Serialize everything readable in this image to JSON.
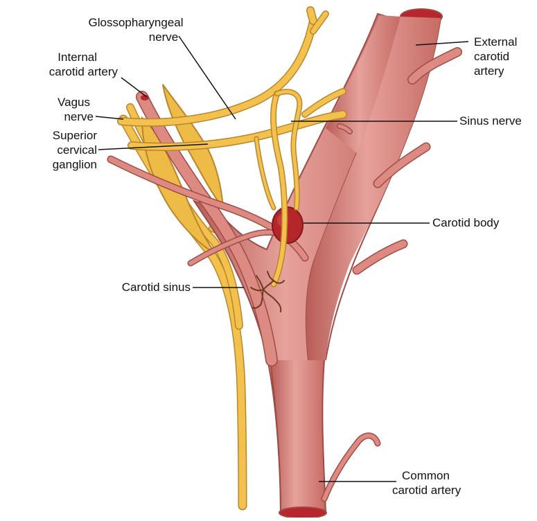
{
  "labels": {
    "glossopharyngeal": [
      "Glossopharyngeal",
      "nerve"
    ],
    "internal_carotid": [
      "Internal",
      "carotid artery"
    ],
    "vagus": [
      "Vagus",
      "nerve"
    ],
    "superior_cervical": [
      "Superior",
      "cervical",
      "ganglion"
    ],
    "external_carotid": [
      "External",
      "carotid",
      "artery"
    ],
    "sinus_nerve": "Sinus nerve",
    "carotid_body": "Carotid body",
    "carotid_sinus": "Carotid sinus",
    "common_carotid": [
      "Common",
      "carotid artery"
    ]
  },
  "colors": {
    "artery_fill": "#d9827a",
    "artery_light": "#eaa9a2",
    "artery_dark": "#9e4a45",
    "artery_lumen": "#b8252c",
    "nerve_fill": "#f2c14e",
    "nerve_outline": "#b9852a",
    "carotid_body": "#b5262b",
    "sinus_branches": "#6b3a1e",
    "leader_line": "#111111"
  }
}
